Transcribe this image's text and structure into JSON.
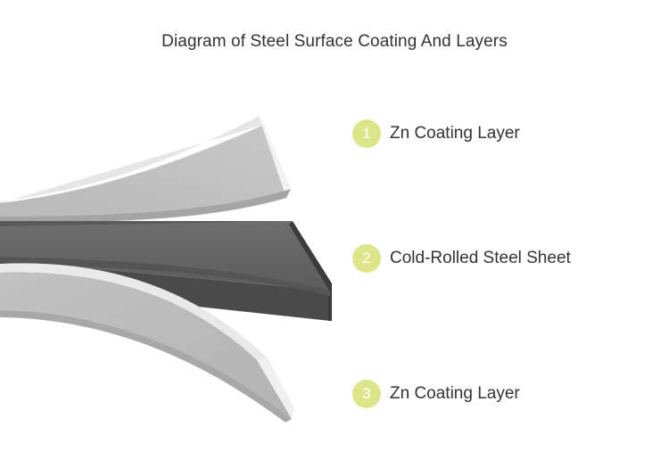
{
  "title": "Diagram of Steel Surface Coating And Layers",
  "colors": {
    "badge": "#dde58a",
    "zn_coating": "#bdbdbd",
    "steel_sheet": "#4d4d4d"
  },
  "layers": [
    {
      "number": "1",
      "label": "Zn Coating Layer"
    },
    {
      "number": "2",
      "label": "Cold-Rolled Steel Sheet"
    },
    {
      "number": "3",
      "label": "Zn Coating Layer"
    }
  ]
}
